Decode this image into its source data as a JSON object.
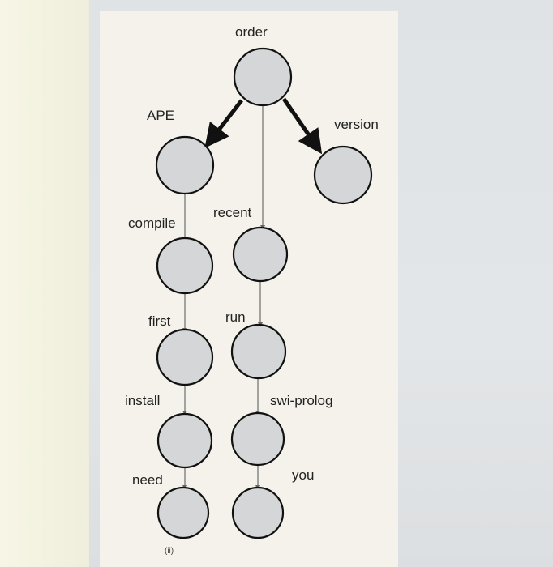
{
  "diagram": {
    "root_label": "order",
    "nodes": {
      "left_child_label": "APE",
      "right_child_label": "version"
    },
    "edges": {
      "compile": "compile",
      "recent": "recent",
      "first": "first",
      "run": "run",
      "install": "install",
      "swi_prolog": "swi-prolog",
      "need": "need",
      "you": "you"
    },
    "caption": "(ii)"
  }
}
